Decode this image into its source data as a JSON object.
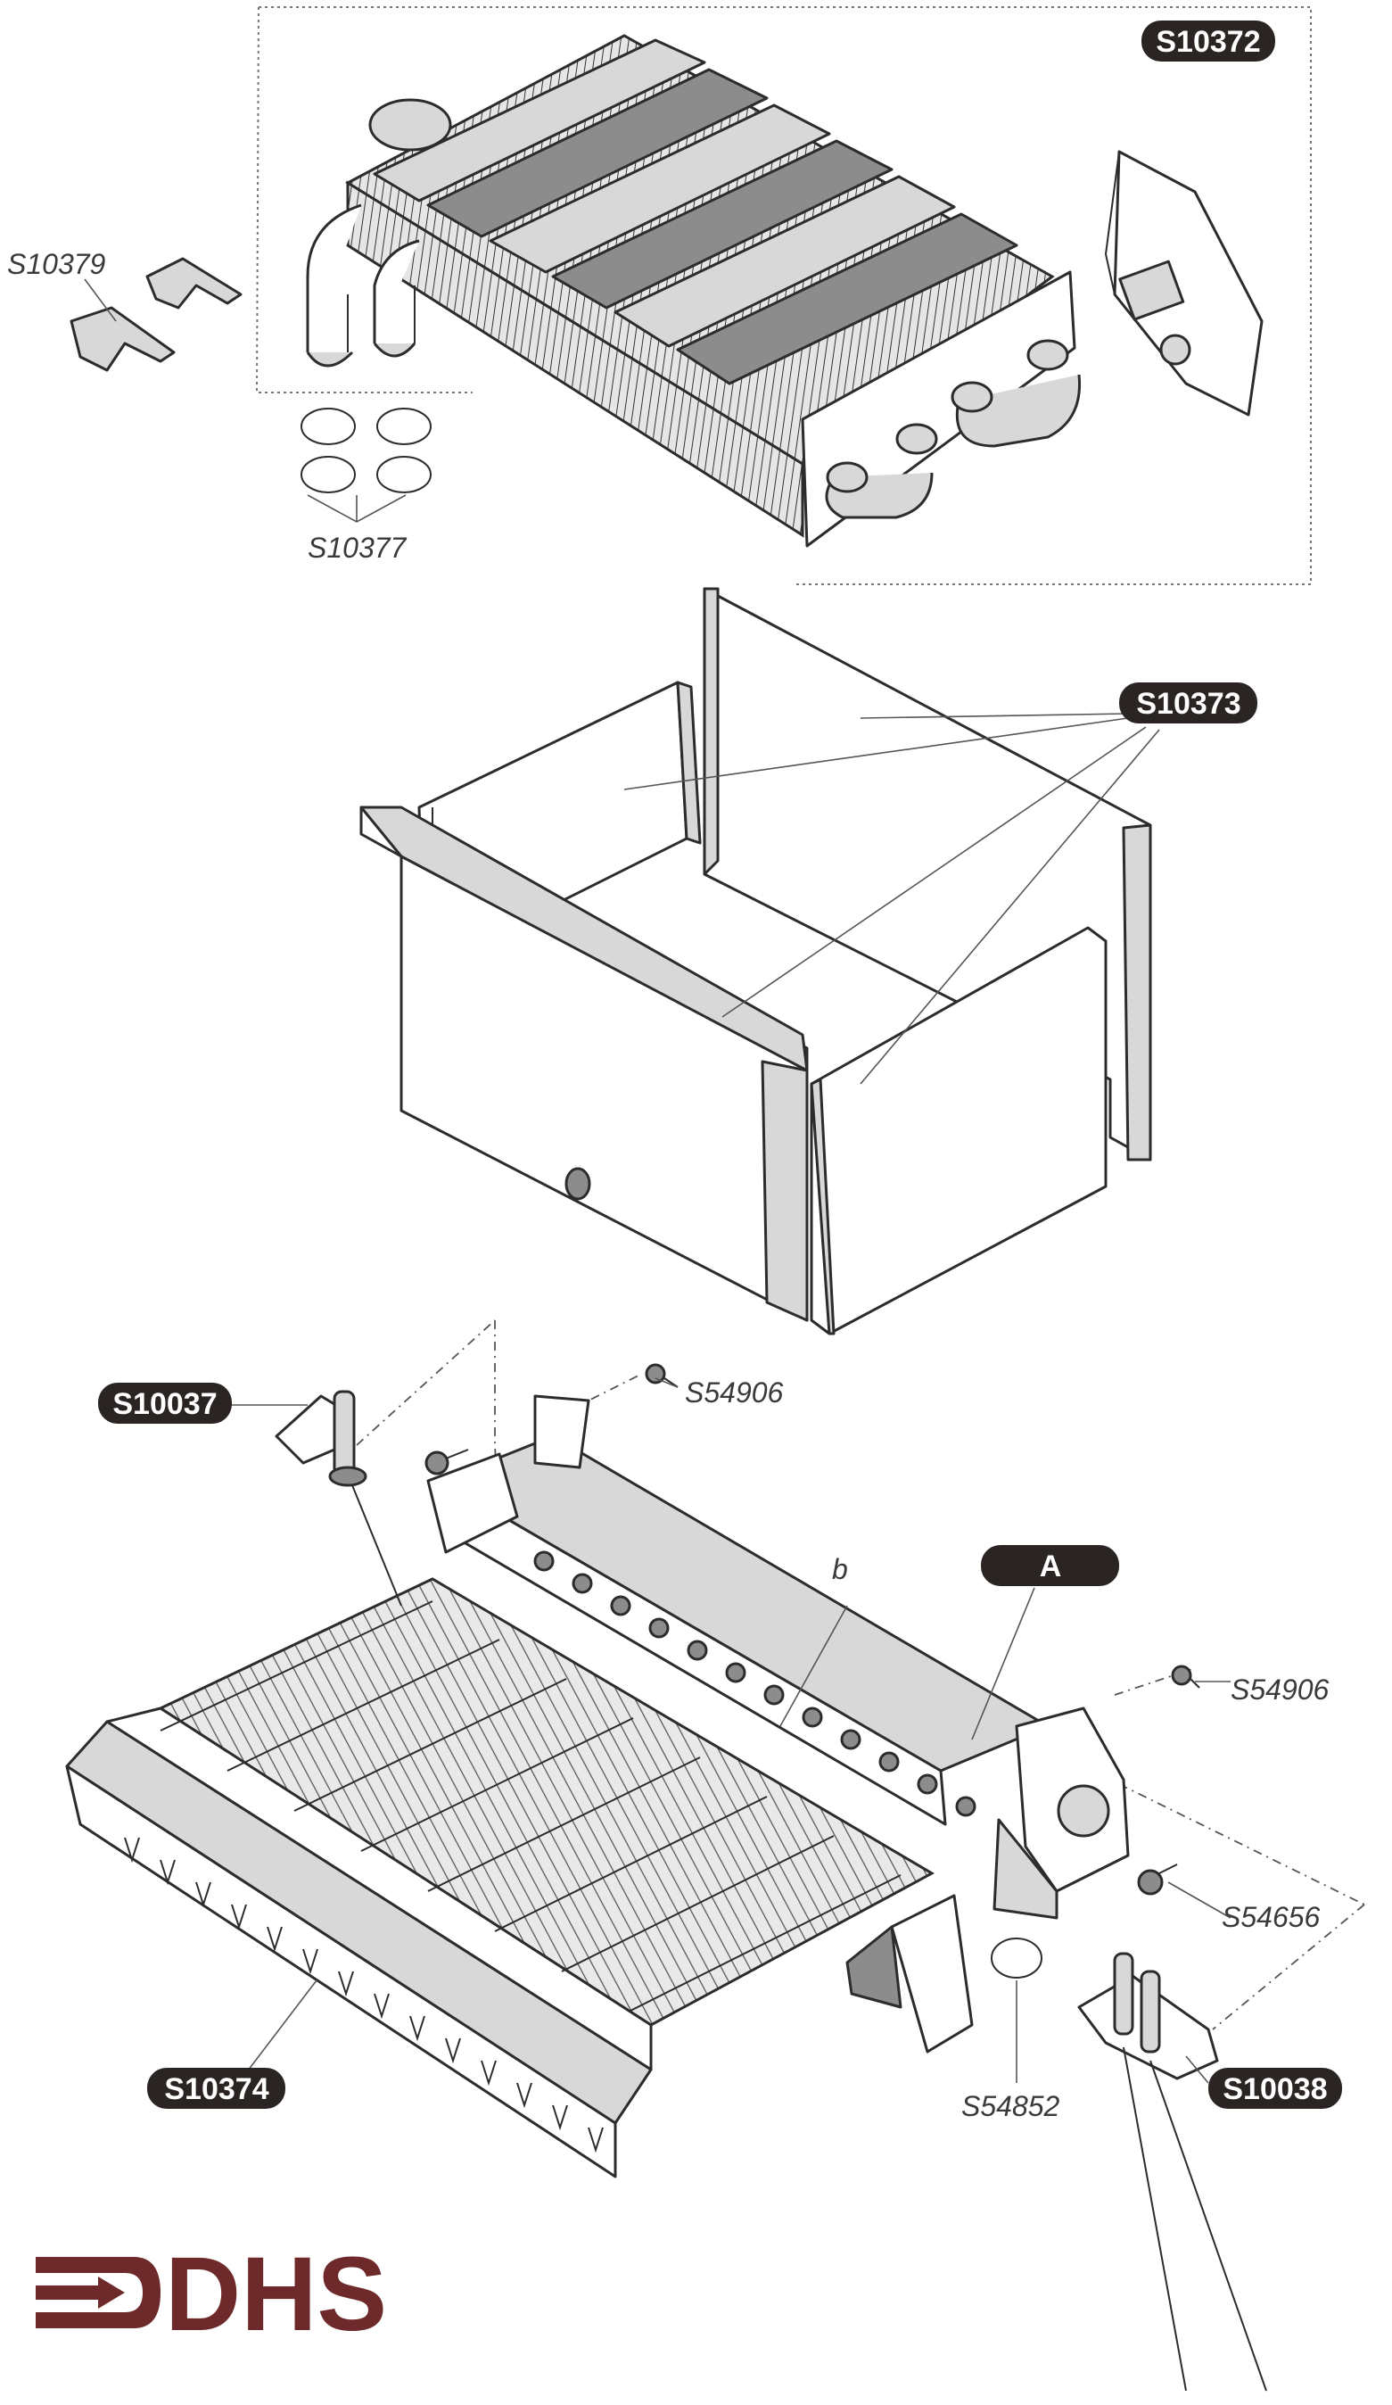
{
  "parts": {
    "heat_exchanger": "S10372",
    "clips": "S10379",
    "o_rings": "S10377",
    "insulation_panels": "S10373",
    "ignition_electrode": "S10037",
    "screw_top": "S54906",
    "screw_right": "S54906",
    "manifold_letter": "A",
    "burner_label_b": "b",
    "screw_lower": "S54656",
    "gasket": "S54852",
    "flame_sensor": "S10038",
    "burner_assembly": "S10374"
  },
  "brand": {
    "logo_text": "DHS",
    "logo_color": "#6e2a2a"
  },
  "colors": {
    "badge": "#2a2522",
    "line": "#2c2c2c"
  },
  "icons": [
    "heat-exchanger-icon",
    "clip-icon",
    "o-ring-icon",
    "insulation-panel-icon",
    "electrode-icon",
    "screw-icon",
    "burner-icon",
    "gasket-icon",
    "dhs-logo-icon"
  ]
}
